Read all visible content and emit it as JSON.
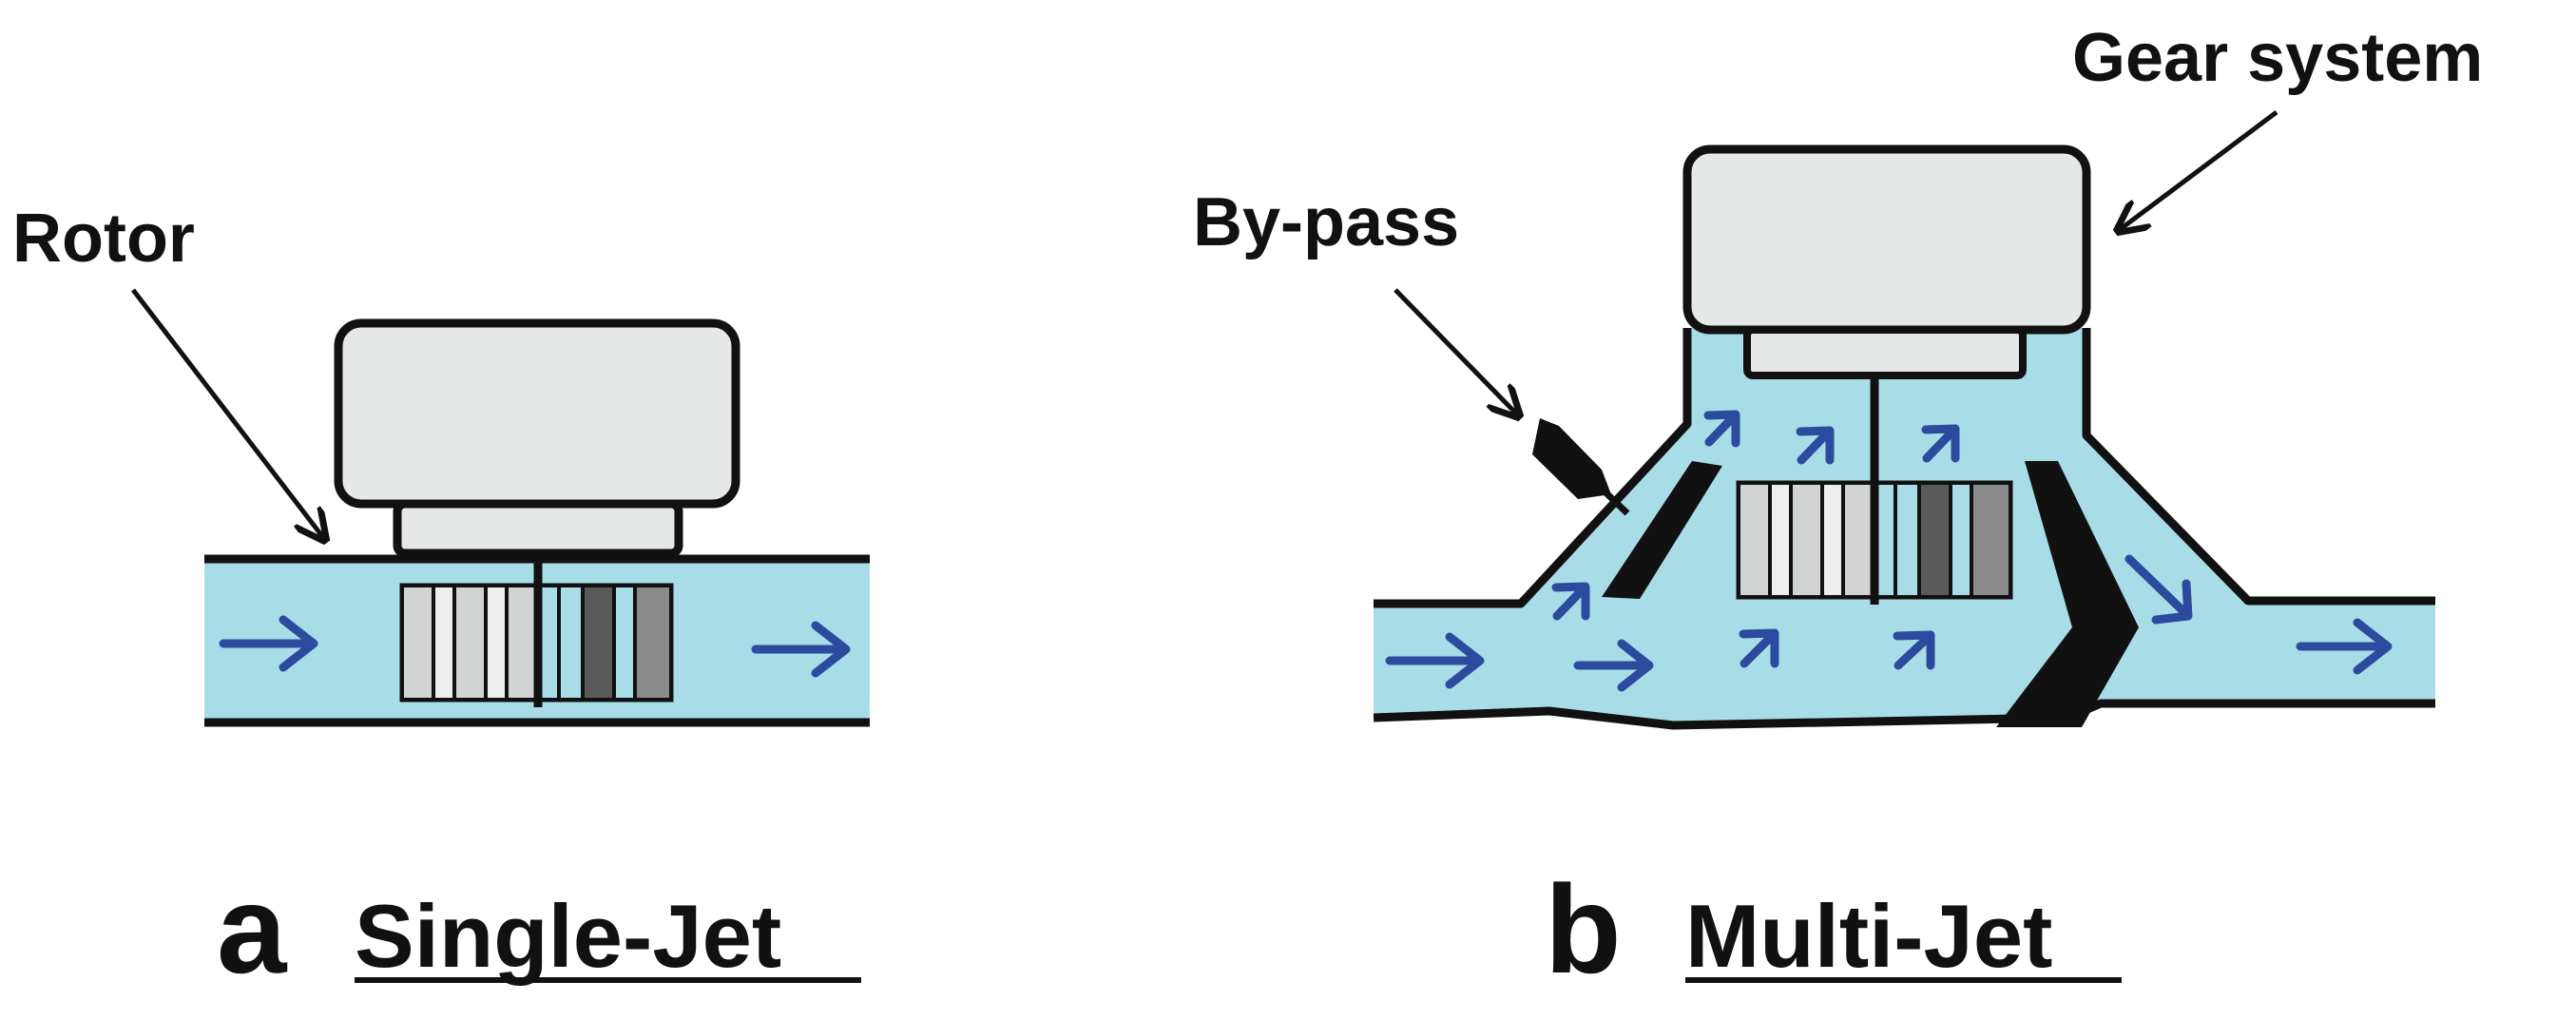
{
  "labels": {
    "rotor": "Rotor",
    "bypass": "By-pass",
    "gear_system": "Gear system"
  },
  "panels": {
    "a": {
      "letter": "a",
      "title": "Single-Jet"
    },
    "b": {
      "letter": "b",
      "title": "Multi-Jet"
    }
  },
  "colors": {
    "water": "#a8dde8",
    "housing": "#e6e7e7",
    "outline": "#111111",
    "flow_arrow": "#2c4a9e",
    "blade_light": "#d2d3d3",
    "blade_dark": "#5a5a5a",
    "blade_mid": "#8a8a8a"
  }
}
